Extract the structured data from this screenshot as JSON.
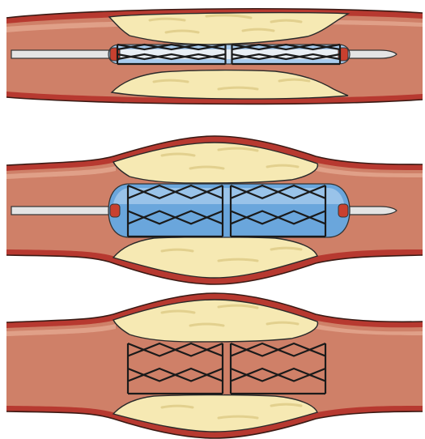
{
  "figure": {
    "panels": [
      {
        "id": "stent-crimped-on-balloon",
        "balloon": "deflated",
        "catheter": true,
        "stent": "crimped"
      },
      {
        "id": "balloon-inflated-stent-expanded",
        "balloon": "inflated",
        "catheter": true,
        "stent": "expanded"
      },
      {
        "id": "stent-deployed-balloon-removed",
        "balloon": "none",
        "catheter": false,
        "stent": "expanded"
      }
    ],
    "colors": {
      "vessel_wall": "#b73930",
      "vessel_lumen": "#cf8068",
      "lumen_highlight": "#e3a890",
      "plaque": "#f6e9b3",
      "plaque_streak": "#e2d08e",
      "balloon": "#6aa6dc",
      "balloon_light": "#a9ccee",
      "stent_strut": "#1a1a1a",
      "catheter": "#e4e4e4",
      "catheter_tip_band": "#c8402f"
    }
  }
}
